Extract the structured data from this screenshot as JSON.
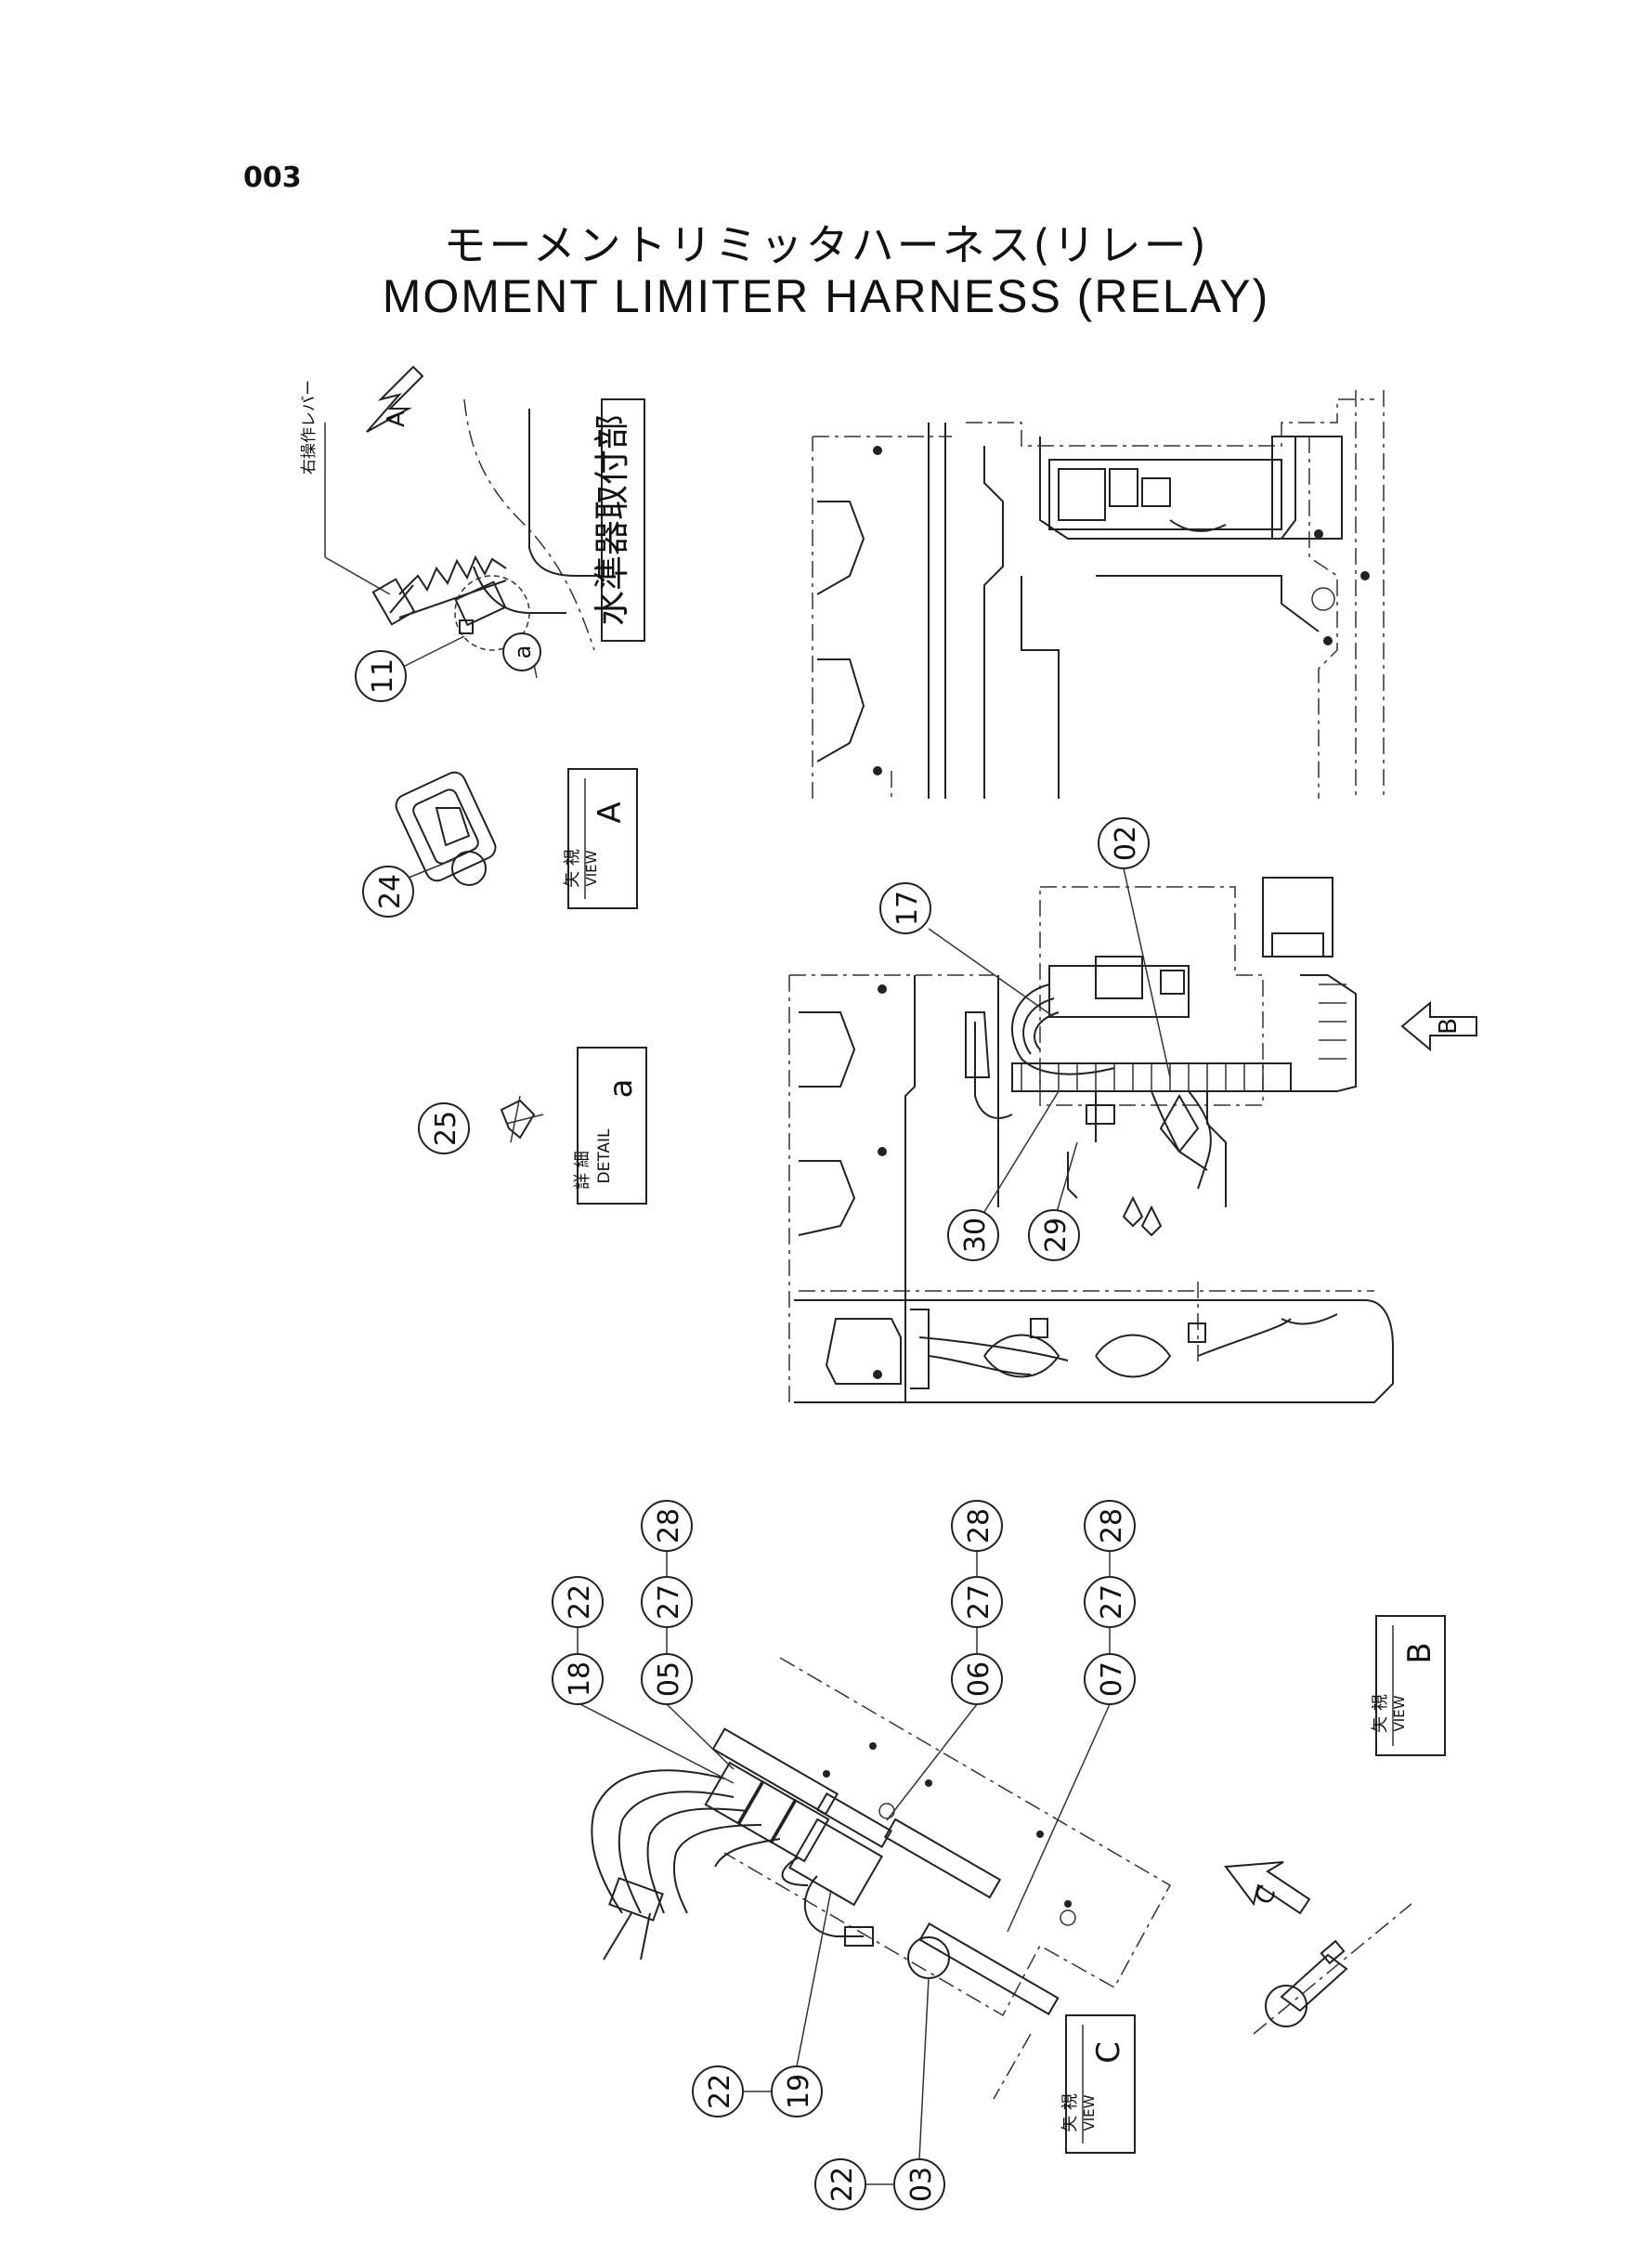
{
  "page": {
    "number": "003"
  },
  "title": {
    "ja": "モーメントリミッタハーネス(リレー)",
    "en": "MOMENT LIMITER HARNESS (RELAY)"
  },
  "annotations": {
    "right_lever_ja": "右操作レバー",
    "level_mount_ja": "水準器取付部",
    "detail_a_ja": "詳 細",
    "detail_a_en": "DETAIL",
    "detail_a_letter": "a",
    "detail_marker": "a"
  },
  "views": {
    "view_a": {
      "ja": "矢 視",
      "en": "VIEW",
      "letter": "A"
    },
    "view_b": {
      "ja": "矢 視",
      "en": "VIEW",
      "letter": "B"
    },
    "view_c": {
      "ja": "矢 視",
      "en": "VIEW",
      "letter": "C"
    }
  },
  "arrows": {
    "a": "A",
    "b": "B",
    "c": "C"
  },
  "parts": {
    "p11": "11",
    "p24": "24",
    "p25": "25",
    "p17": "17",
    "p02": "02",
    "p30": "30",
    "p29": "29",
    "p18": "18",
    "p22a": "22",
    "p05": "05",
    "p27a": "27",
    "p28a": "28",
    "p06": "06",
    "p27b": "27",
    "p28b": "28",
    "p07": "07",
    "p27c": "27",
    "p28c": "28",
    "p19": "19",
    "p22b": "22",
    "p03": "03",
    "p22c": "22"
  }
}
